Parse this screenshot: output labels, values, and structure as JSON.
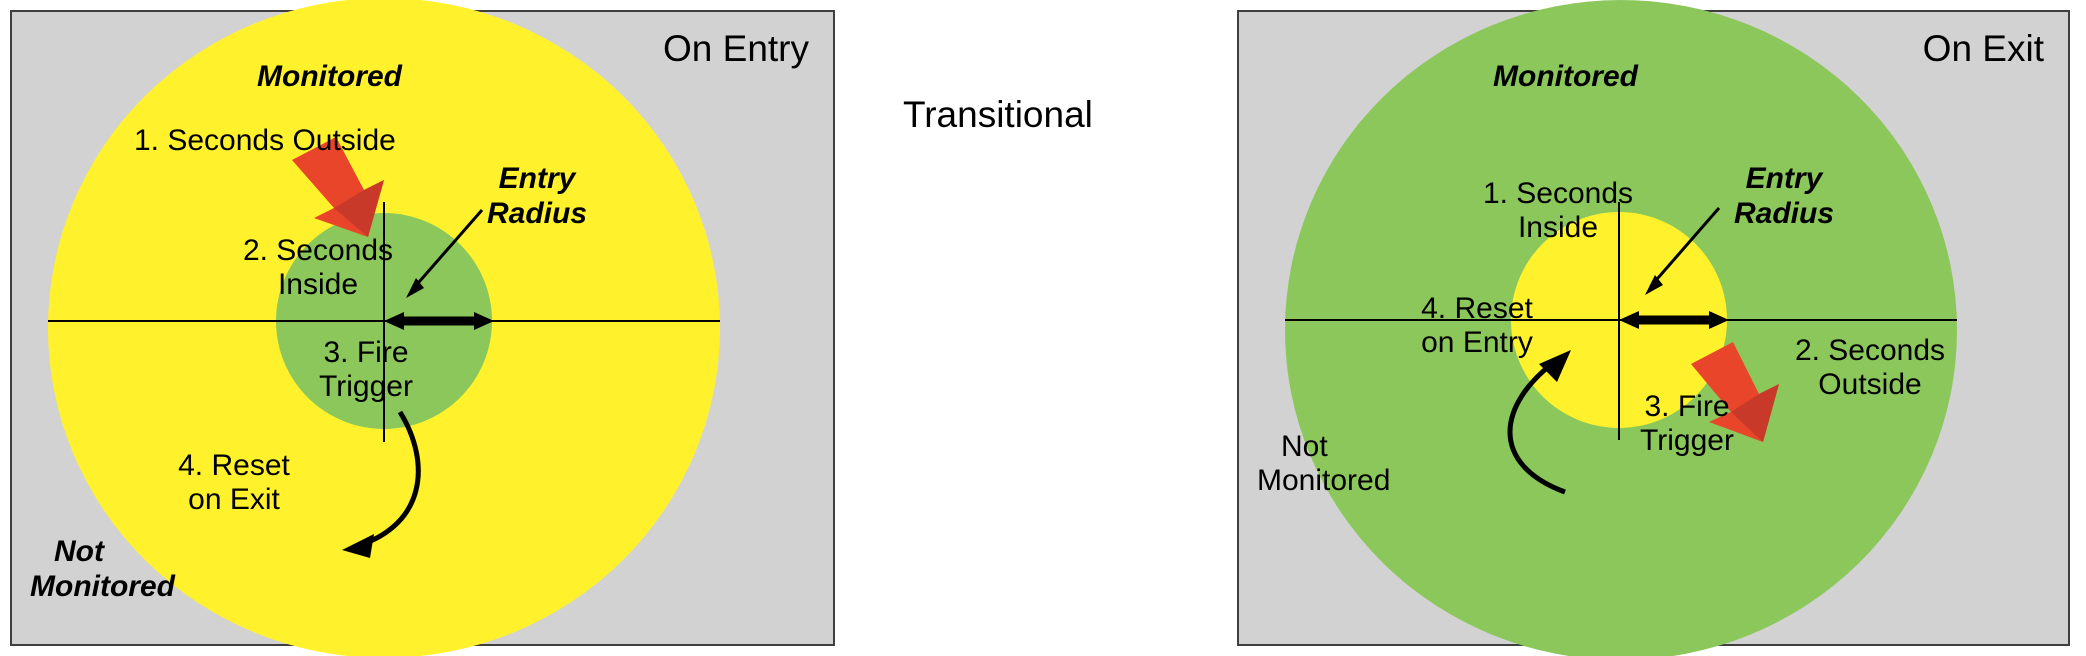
{
  "diagram": {
    "title_center": "Transitional",
    "colors": {
      "panel_background": "#d2d2d2",
      "panel_border": "#3f3f3f",
      "monitored_entry": "#fff22d",
      "entry_radius_zone": "#8bc75a",
      "monitored_exit": "#8bc75a",
      "inner_exit": "#fff22d",
      "red_arrow": "#e8452a",
      "red_arrow_shade": "#c8392a",
      "text": "#000000"
    }
  },
  "panels": [
    {
      "id": "on-entry",
      "title": "On Entry",
      "outer_zone_label": "Monitored",
      "outside_panel_label": "Not\nMonitored",
      "outside_panel_label_line1": "Not",
      "outside_panel_label_line2": "Monitored",
      "radius_label_line1": "Entry",
      "radius_label_line2": "Radius",
      "steps": [
        {
          "n": "1",
          "label": "1. Seconds Outside",
          "line1": "1. Seconds Outside",
          "line2": ""
        },
        {
          "n": "2",
          "label": "2. Seconds Inside",
          "line1": "2. Seconds",
          "line2": "Inside"
        },
        {
          "n": "3",
          "label": "3. Fire Trigger",
          "line1": "3. Fire",
          "line2": "Trigger"
        },
        {
          "n": "4",
          "label": "4. Reset on Exit",
          "line1": "4. Reset",
          "line2": "on Exit"
        }
      ]
    },
    {
      "id": "on-exit",
      "title": "On Exit",
      "outer_zone_label": "Monitored",
      "outside_panel_label_line1": "Not",
      "outside_panel_label_line2": "Monitored",
      "radius_label_line1": "Entry",
      "radius_label_line2": "Radius",
      "steps": [
        {
          "n": "1",
          "label": "1. Seconds Inside",
          "line1": "1. Seconds",
          "line2": "Inside"
        },
        {
          "n": "2",
          "label": "2. Seconds Outside",
          "line1": "2. Seconds",
          "line2": "Outside"
        },
        {
          "n": "3",
          "label": "3. Fire Trigger",
          "line1": "3. Fire",
          "line2": "Trigger"
        },
        {
          "n": "4",
          "label": "4. Reset on Entry",
          "line1": "4. Reset",
          "line2": "on Entry"
        }
      ]
    }
  ]
}
